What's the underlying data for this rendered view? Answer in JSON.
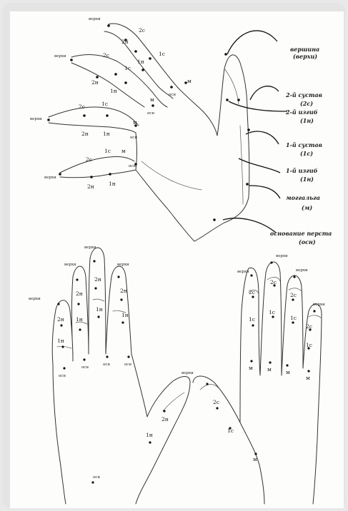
{
  "diagram": {
    "top_hand": {
      "tip_label": "верхи",
      "j2": "2с",
      "f2": "2н",
      "j1": "1с",
      "f1": "1н",
      "base": "осн",
      "m": "м"
    },
    "legend": [
      {
        "title": "вершина",
        "abbr": "(верхи)"
      },
      {
        "title": "2-й сустав",
        "abbr": "(2с)"
      },
      {
        "title": "2-й изгиб",
        "abbr": "(1н)"
      },
      {
        "title": "1-й сустав",
        "abbr": "(1с)"
      },
      {
        "title": "1-й изгиб",
        "abbr": "(1н)"
      },
      {
        "title": "моггальга",
        "abbr": "(м)"
      },
      {
        "title": "основание перста",
        "abbr": "(осн)"
      }
    ],
    "bottom_hands": {
      "tip_label": "верхи",
      "j2": "2с",
      "f2": "2н",
      "j1": "1с",
      "f1": "1н",
      "base": "осн",
      "m": "м"
    }
  }
}
